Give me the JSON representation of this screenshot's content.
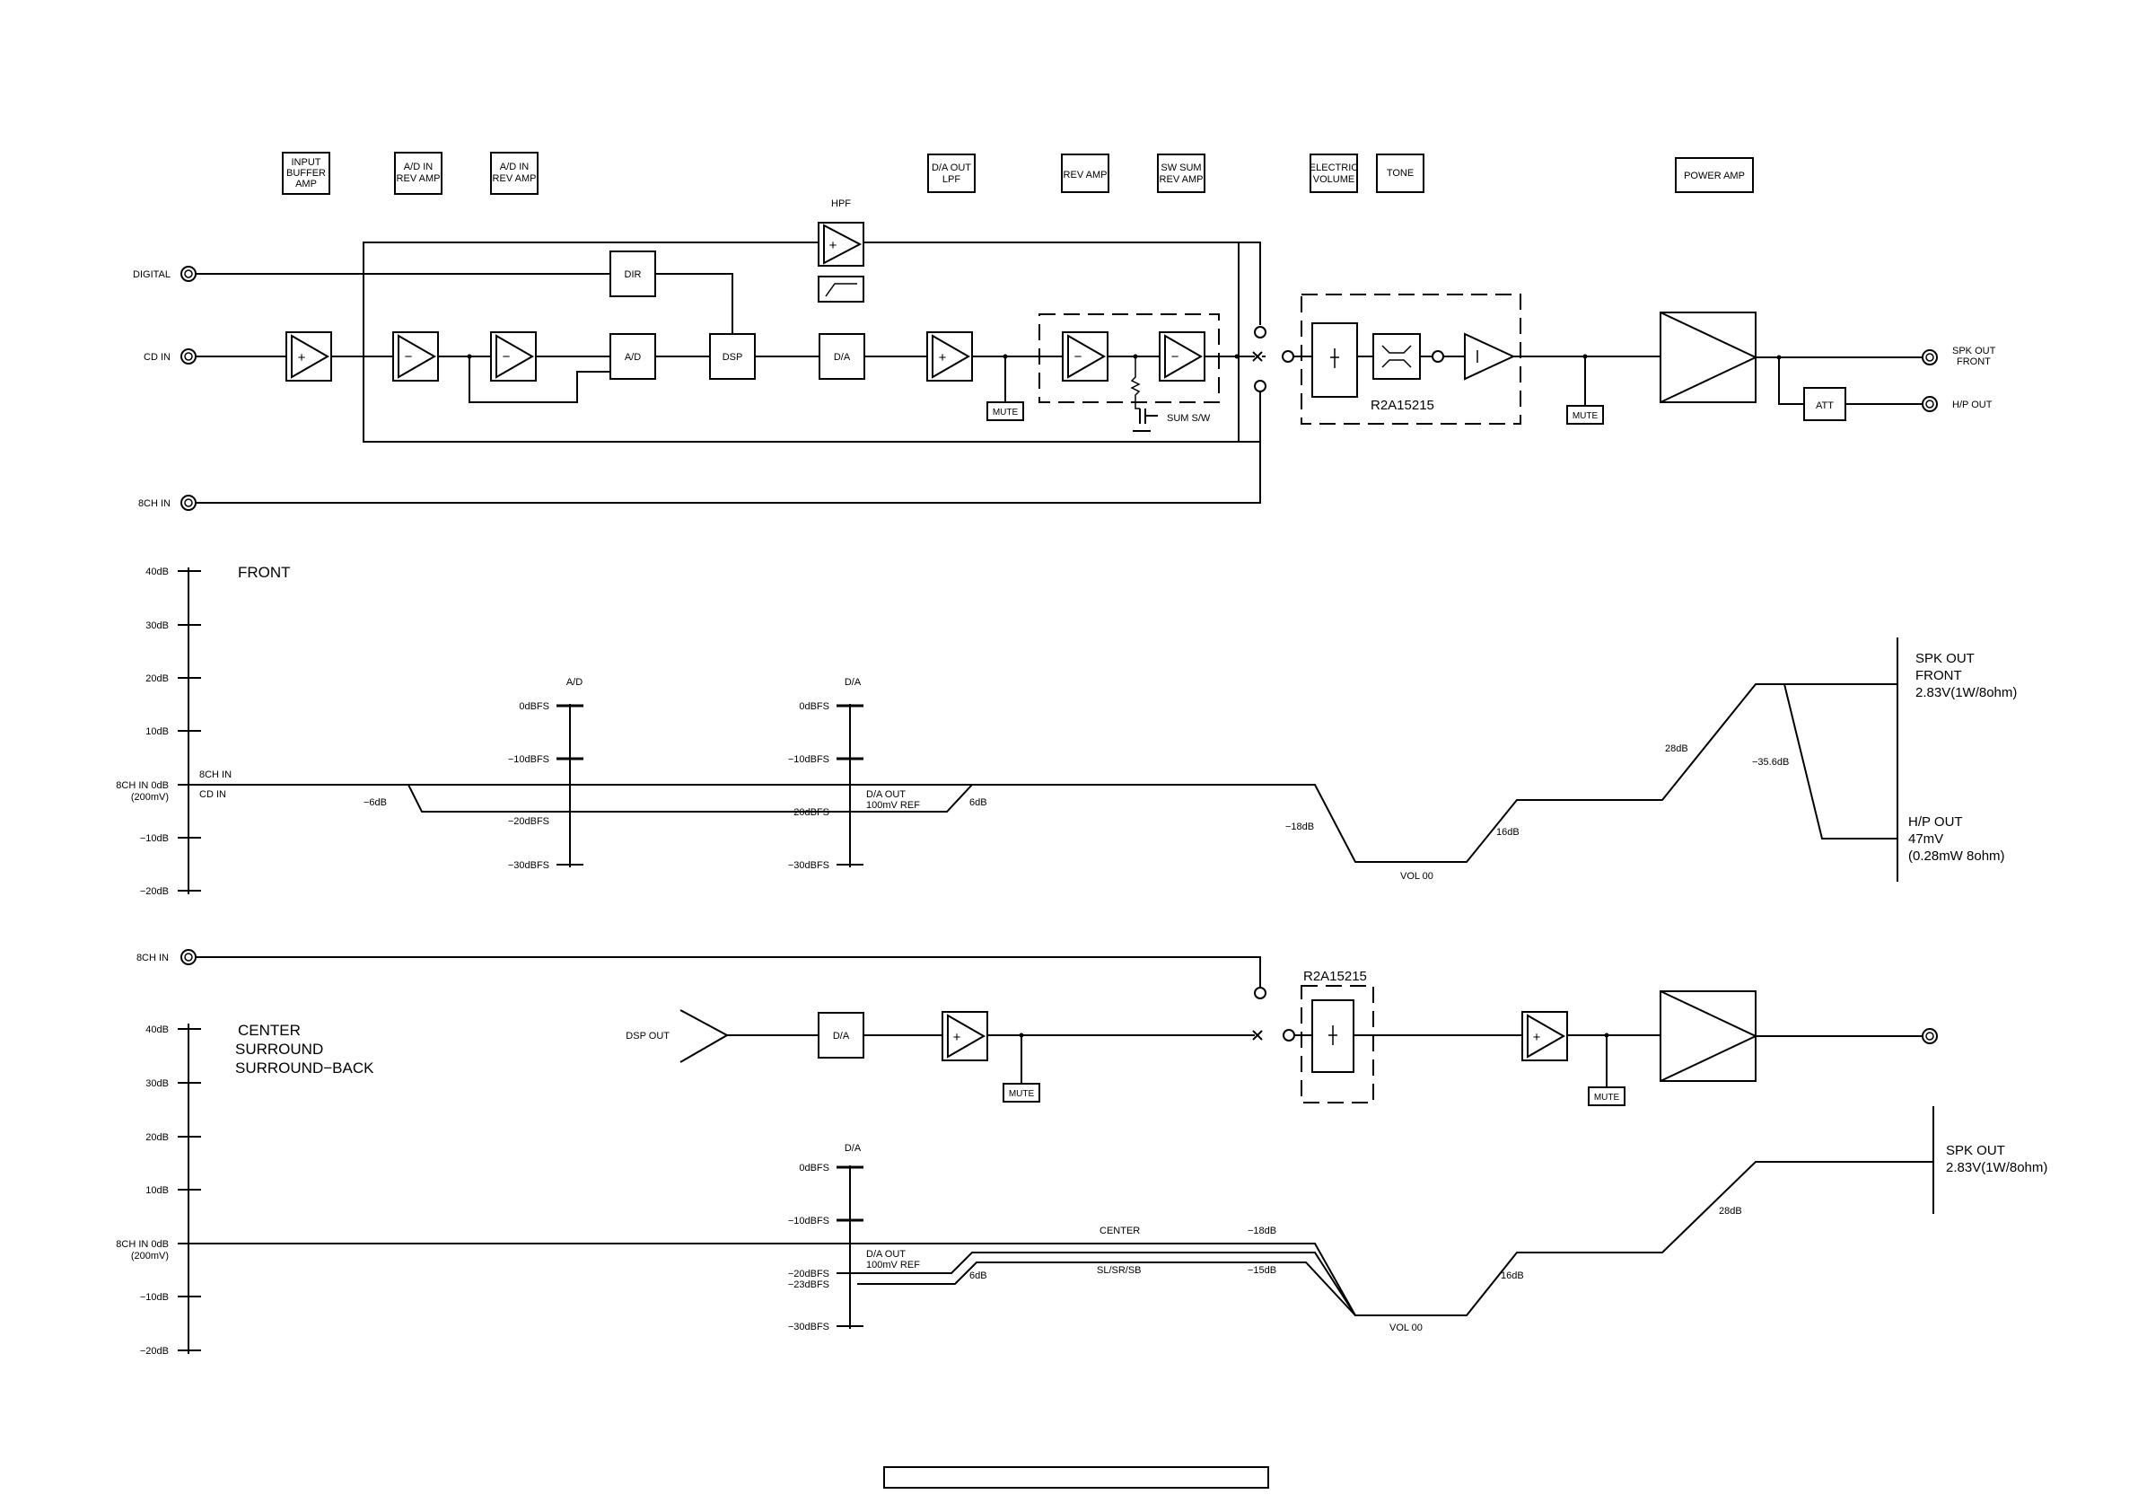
{
  "header_labels": {
    "input_buffer_amp": [
      "INPUT",
      "BUFFER",
      "AMP"
    ],
    "ad_in_rev_amp_1": [
      "A/D IN",
      "REV AMP"
    ],
    "ad_in_rev_amp_2": [
      "A/D IN",
      "REV AMP"
    ],
    "da_out_lpf": [
      "D/A OUT",
      "LPF"
    ],
    "rev_amp": "REV AMP",
    "sw_sum_rev_amp": [
      "SW SUM",
      "REV AMP"
    ],
    "electric_volume": [
      "ELECTRIC",
      "VOLUME"
    ],
    "tone": "TONE",
    "power_amp": "POWER AMP"
  },
  "block_diagram": {
    "inputs": {
      "digital": "DIGITAL",
      "cd_in": "CD IN",
      "ch8_in": "8CH IN"
    },
    "blocks": {
      "hpf": "HPF",
      "dir": "DIR",
      "ad": "A/D",
      "dsp": "DSP",
      "da": "D/A",
      "mute": "MUTE",
      "att": "ATT"
    },
    "sum_sw": "SUM S/W",
    "ic_label": "R2A15215",
    "outputs": {
      "spk_out_front": [
        "SPK OUT",
        "FRONT"
      ],
      "hp_out": "H/P OUT"
    }
  },
  "front_level_chart": {
    "title": "FRONT",
    "ref_label": [
      "8CH IN  0dB",
      "(200mV)"
    ],
    "inputs": [
      "8CH IN",
      "CD IN"
    ],
    "ad_label": "A/D",
    "da_label": "D/A",
    "ad_scale": [
      "0dBFS",
      "−10dBFS",
      "−20dBFS",
      "−30dBFS"
    ],
    "da_scale": [
      "0dBFS",
      "−10dBFS",
      "−20dBFS",
      "−30dBFS"
    ],
    "da_ref": [
      "D/A OUT",
      "100mV REF"
    ],
    "annotations": {
      "minus6": "−6dB",
      "plus6": "6dB",
      "minus18": "−18dB",
      "plus16": "16dB",
      "plus28": "28dB",
      "minus35": "−35.6dB",
      "vol": "VOL 00"
    },
    "spk_out": [
      "SPK OUT",
      "FRONT",
      "2.83V(1W/8ohm)"
    ],
    "hp_out": [
      "H/P OUT",
      "47mV",
      "(0.28mW 8ohm)"
    ]
  },
  "level_axis": [
    "40dB",
    "30dB",
    "20dB",
    "10dB",
    "0dB",
    "−10dB",
    "−20dB"
  ],
  "center_block": {
    "ch8_in": "8CH IN",
    "dsp_out": "DSP OUT",
    "da": "D/A",
    "mute": "MUTE",
    "ic_label": "R2A15215"
  },
  "center_level_chart": {
    "title": [
      "CENTER",
      "SURROUND",
      "SURROUND−BACK"
    ],
    "ref_label": [
      "8CH IN  0dB",
      "(200mV)"
    ],
    "da_label": "D/A",
    "da_scale": [
      "0dBFS",
      "−10dBFS",
      "−20dBFS",
      "−23dBFS",
      "−30dBFS"
    ],
    "da_ref": [
      "D/A OUT",
      "100mV REF"
    ],
    "annotations": {
      "plus6": "6dB",
      "center": "CENTER",
      "slsrsb": "SL/SR/SB",
      "minus18": "−18dB",
      "minus15": "−15dB",
      "plus16": "16dB",
      "plus28": "28dB",
      "vol": "VOL 00"
    },
    "spk_out": [
      "SPK OUT",
      "2.83V(1W/8ohm)"
    ]
  }
}
